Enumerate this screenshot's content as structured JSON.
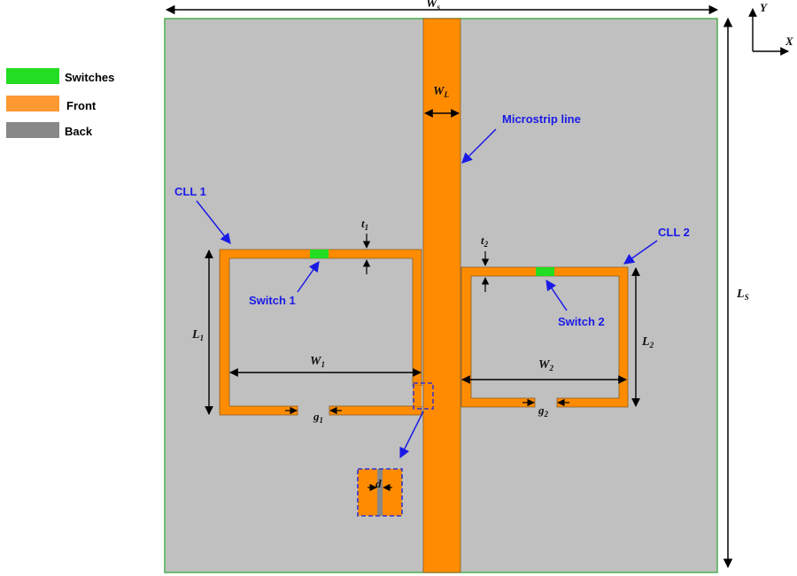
{
  "legend": {
    "items": [
      {
        "label": "Switches",
        "color": "#22dd22"
      },
      {
        "label": "Front",
        "color": "#ff9933"
      },
      {
        "label": "Back",
        "color": "#888888"
      }
    ]
  },
  "axes": {
    "y_label": "Y",
    "x_label": "X"
  },
  "dimensions": {
    "ws_main": "W",
    "ws_sub": "s",
    "wl_main": "W",
    "wl_sub": "L",
    "ls_main": "L",
    "ls_sub": "S",
    "t1_main": "t",
    "t1_sub": "1",
    "t2_main": "t",
    "t2_sub": "2",
    "l1_main": "L",
    "l1_sub": "1",
    "l2_main": "L",
    "l2_sub": "2",
    "w1_main": "W",
    "w1_sub": "1",
    "w2_main": "W",
    "w2_sub": "2",
    "g1_main": "g",
    "g1_sub": "1",
    "g2_main": "g",
    "g2_sub": "2",
    "d": "d"
  },
  "annotations": {
    "microstrip": "Microstrip line",
    "cll1": "CLL 1",
    "cll2": "CLL 2",
    "switch1": "Switch 1",
    "switch2": "Switch 2"
  },
  "colors": {
    "substrate": "#c0c0c0",
    "copper": "#ff8c00",
    "switch": "#22dd22",
    "annotation": "#1a1ae6",
    "border": "#4caf50"
  }
}
